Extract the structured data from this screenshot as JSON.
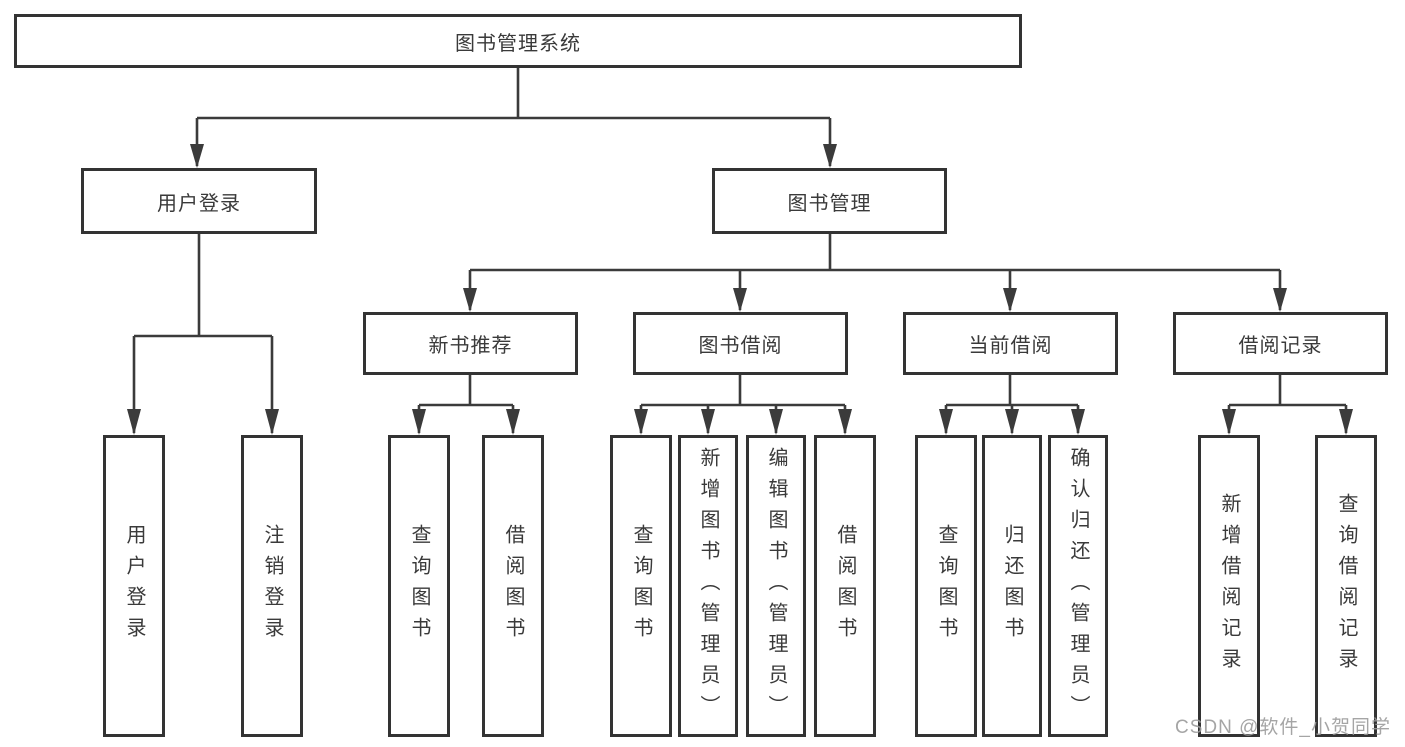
{
  "colors": {
    "line": "#3b3b3b",
    "text": "#3a3a3a",
    "border": "#333333",
    "background": "#ffffff",
    "watermark": "#9c9c9c"
  },
  "watermark": {
    "text": "CSDN @软件_小贺同学"
  },
  "diagram": {
    "type": "hierarchy-tree",
    "root": {
      "label": "图书管理系统"
    },
    "branches": [
      {
        "label": "用户登录",
        "children": [
          {
            "label": "用户登录"
          },
          {
            "label": "注销登录"
          }
        ]
      },
      {
        "label": "图书管理",
        "children": [
          {
            "label": "新书推荐",
            "children": [
              {
                "label": "查询图书"
              },
              {
                "label": "借阅图书"
              }
            ]
          },
          {
            "label": "图书借阅",
            "children": [
              {
                "label": "查询图书"
              },
              {
                "label": "新增图书（管理员）"
              },
              {
                "label": "编辑图书（管理员）"
              },
              {
                "label": "借阅图书"
              }
            ]
          },
          {
            "label": "当前借阅",
            "children": [
              {
                "label": "查询图书"
              },
              {
                "label": "归还图书"
              },
              {
                "label": "确认归还（管理员）"
              }
            ]
          },
          {
            "label": "借阅记录",
            "children": [
              {
                "label": "新增借阅记录"
              },
              {
                "label": "查询借阅记录"
              }
            ]
          }
        ]
      }
    ]
  }
}
